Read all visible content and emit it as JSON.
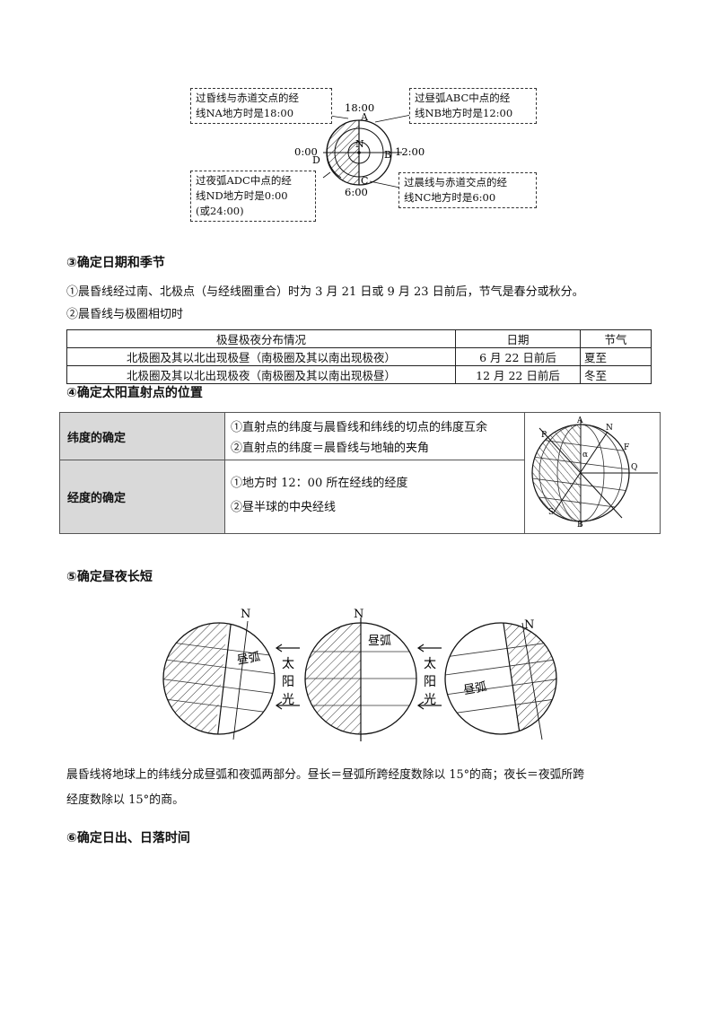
{
  "fig1": {
    "box_na": [
      "过昏线与赤道交点的经",
      "线NA地方时是18:00"
    ],
    "box_nb": [
      "过昼弧ABC中点的经",
      "线NB地方时是12:00"
    ],
    "box_nd": [
      "过夜弧ADC中点的经",
      "线ND地方时是0:00",
      "(或24:00)"
    ],
    "box_nc": [
      "过晨线与赤道交点的经",
      "线NC地方时是6:00"
    ],
    "t18": "18:00",
    "t0": "0:00",
    "t12": "12:00",
    "t6": "6:00",
    "lA": "A",
    "lB": "B",
    "lC": "C",
    "lD": "D",
    "lN": "N"
  },
  "sec3": {
    "heading": "③确定日期和季节",
    "p1": "①晨昏线经过南、北极点（与经线圈重合）时为 3 月 21 日或 9 月 23 日前后，节气是春分或秋分。",
    "p2": "②晨昏线与极圈相切时",
    "table": {
      "headers": [
        "极昼极夜分布情况",
        "日期",
        "节气"
      ],
      "rows": [
        [
          "北极圈及其以北出现极昼（南极圈及其以南出现极夜）",
          "6 月 22 日前后",
          "夏至"
        ],
        [
          "北极圈及其以北出现极夜（南极圈及其以南出现极昼）",
          "12 月 22 日前后",
          "冬至"
        ]
      ]
    }
  },
  "sec4": {
    "heading": "④确定太阳直射点的位置",
    "row1_label": "纬度的确定",
    "row1_l1": "①直射点的纬度与晨昏线和纬线的切点的纬度互余",
    "row1_l2": "②直射点的纬度＝晨昏线与地轴的夹角",
    "row2_label": "经度的确定",
    "row2_l1": "①地方时 12：00 所在经线的经度",
    "row2_l2": "②昼半球的中央经线",
    "fig": {
      "P": "P",
      "A": "A",
      "N": "N",
      "F": "F",
      "Q": "Q",
      "S": "S",
      "B": "B",
      "alpha": "α"
    }
  },
  "sec5": {
    "heading": "⑤确定昼夜长短",
    "fig": {
      "N": "N",
      "day_arc": "昼弧",
      "sun": [
        "太",
        "阳",
        "光"
      ]
    },
    "p1": "晨昏线将地球上的纬线分成昼弧和夜弧两部分。昼长＝昼弧所跨经度数除以 15°的商；夜长＝夜弧所跨",
    "p2": "经度数除以 15°的商。"
  },
  "sec6": {
    "heading": "⑥确定日出、日落时间"
  }
}
